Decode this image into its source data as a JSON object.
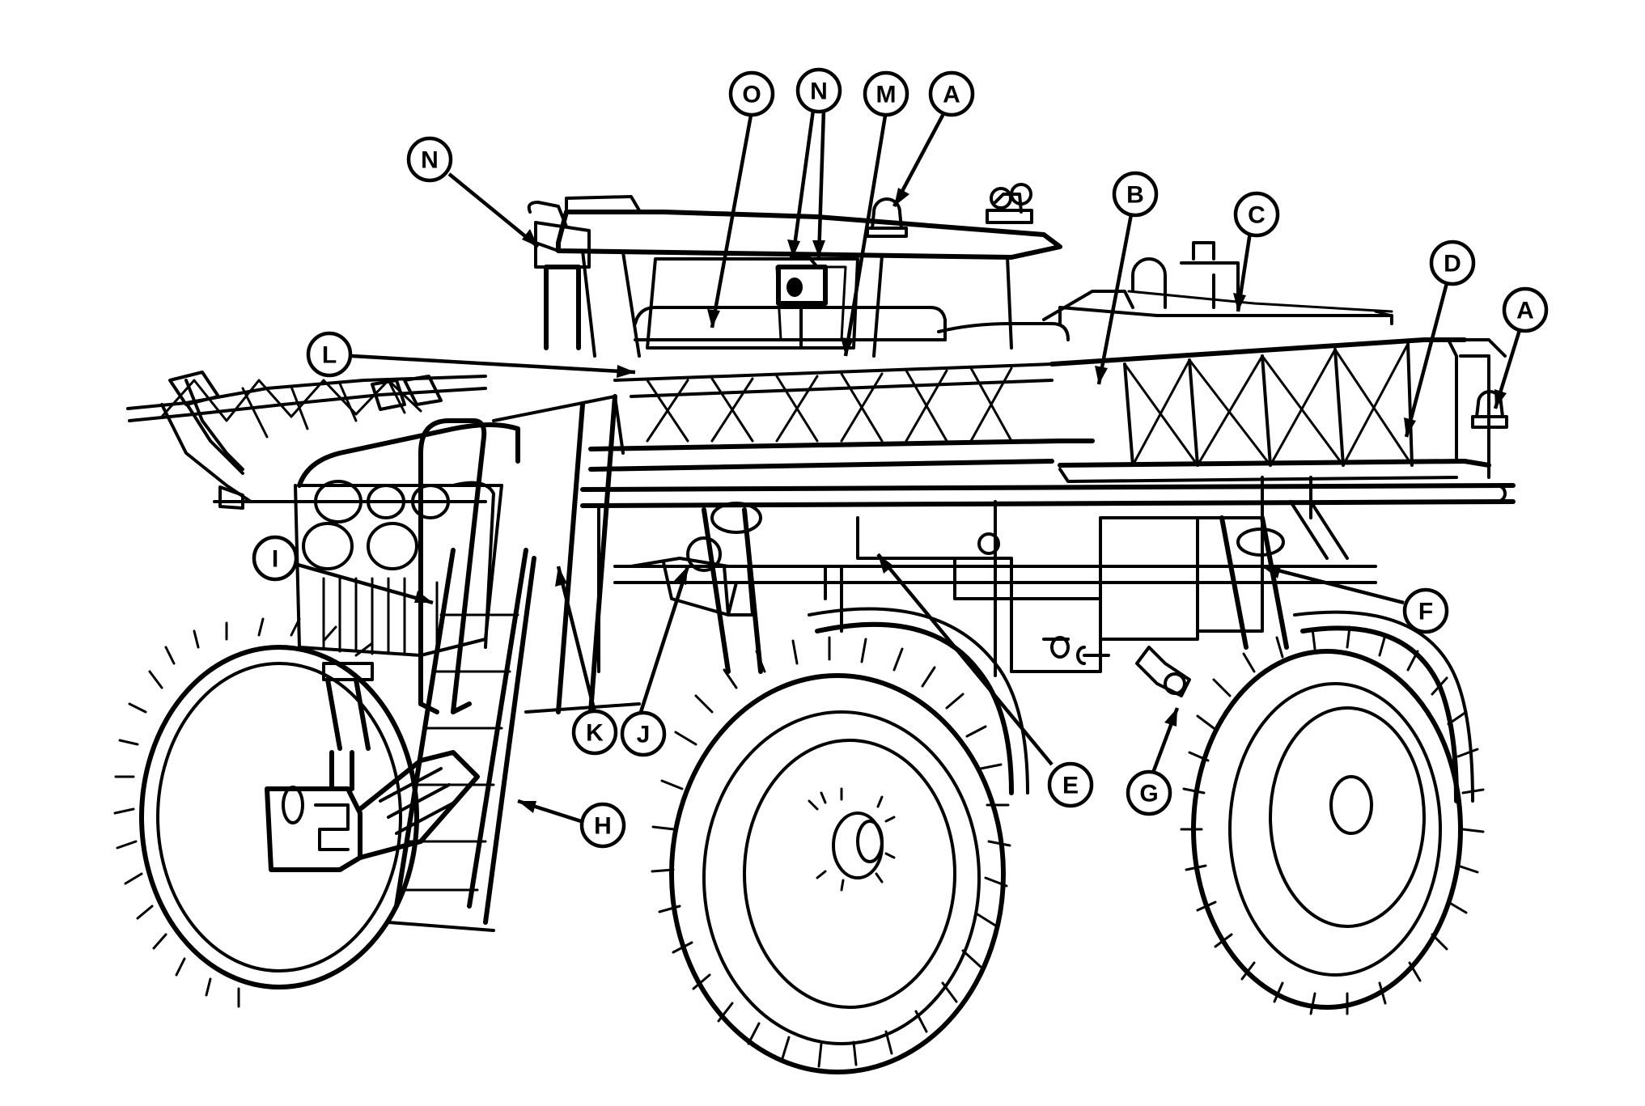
{
  "diagram": {
    "callouts": [
      {
        "id": "O",
        "label": "O"
      },
      {
        "id": "N-top",
        "label": "N"
      },
      {
        "id": "M",
        "label": "M"
      },
      {
        "id": "A-top",
        "label": "A"
      },
      {
        "id": "N-left",
        "label": "N"
      },
      {
        "id": "B",
        "label": "B"
      },
      {
        "id": "C",
        "label": "C"
      },
      {
        "id": "D",
        "label": "D"
      },
      {
        "id": "A-right",
        "label": "A"
      },
      {
        "id": "L",
        "label": "L"
      },
      {
        "id": "I",
        "label": "I"
      },
      {
        "id": "F",
        "label": "F"
      },
      {
        "id": "K",
        "label": "K"
      },
      {
        "id": "J",
        "label": "J"
      },
      {
        "id": "E",
        "label": "E"
      },
      {
        "id": "G",
        "label": "G"
      },
      {
        "id": "H",
        "label": "H"
      }
    ]
  }
}
